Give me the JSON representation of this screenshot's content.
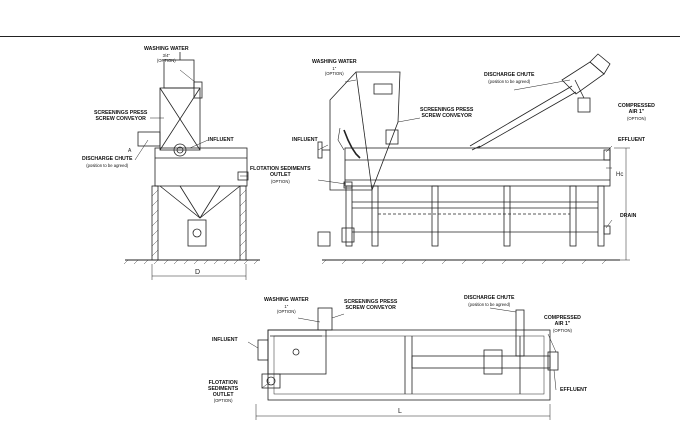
{
  "side_view": {
    "washing_water": {
      "title": "WASHING WATER",
      "size": "3/4\"",
      "note": "(OPTION)"
    },
    "screenings_press": {
      "line1": "SCREENINGS PRESS",
      "line2": "SCREW CONVEYOR"
    },
    "influent": "INFLUENT",
    "discharge_chute": {
      "title": "DISCHARGE CHUTE",
      "note": "(position to be agreed)"
    },
    "flotation_outlet": {
      "line1": "FLOTATION SEDIMENTS",
      "line2": "OUTLET",
      "note": "(OPTION)"
    },
    "section_mark": "A",
    "dimension": "D"
  },
  "front_view": {
    "washing_water": {
      "title": "WASHING WATER",
      "size": "1\"",
      "note": "(OPTION)"
    },
    "screenings_press": {
      "line1": "SCREENINGS PRESS",
      "line2": "SCREW CONVEYOR"
    },
    "discharge_chute": {
      "title": "DISCHARGE CHUTE",
      "note": "(position to be agreed)"
    },
    "compressed_air": {
      "line1": "COMPRESSED",
      "line2": "AIR 1\"",
      "note": "(OPTION)"
    },
    "effluent": "EFFLUENT",
    "influent": "INFLUENT",
    "drain": "DRAIN",
    "dimension": "Hc"
  },
  "plan_view": {
    "washing_water": {
      "title": "WASHING WATER",
      "size": "1\"",
      "note": "(OPTION)"
    },
    "screenings_press": {
      "line1": "SCREENINGS PRESS",
      "line2": "SCREW CONVEYOR"
    },
    "discharge_chute": {
      "title": "DISCHARGE CHUTE",
      "note": "(position to be agreed)"
    },
    "compressed_air": {
      "line1": "COMPRESSED",
      "line2": "AIR 1\"",
      "note": "(OPTION)"
    },
    "influent": "INFLUENT",
    "flotation_outlet": {
      "line1": "FLOTATION",
      "line2": "SEDIMENTS",
      "line3": "OUTLET",
      "note": "(OPTION)"
    },
    "effluent": "EFFLUENT",
    "dimension": "L"
  }
}
